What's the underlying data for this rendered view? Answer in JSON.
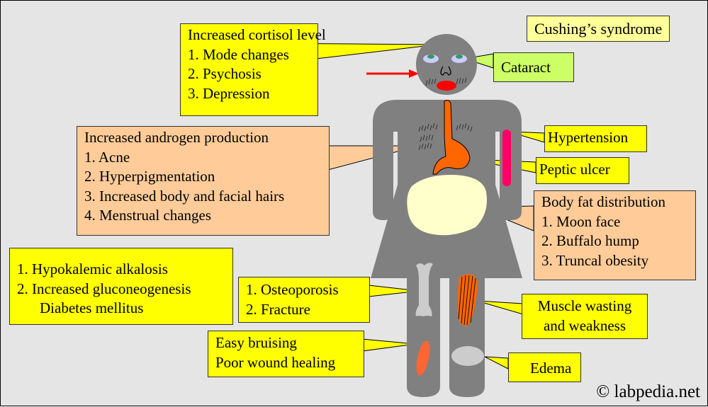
{
  "title": "Cushing’s syndrome",
  "colors": {
    "background": "#e5e5e5",
    "body": "#808080",
    "callout_yellow": "#ffff00",
    "callout_peach": "#ffcc99",
    "callout_lime": "#ccff66",
    "title_box": "#ffff99",
    "esophagus_stomach": "#ff6600",
    "artery": "#ff0066",
    "fat": "#ffffcc",
    "bone": "#cccccc",
    "lips": "#ff0000",
    "arrow": "#ff0000"
  },
  "callouts": {
    "cortisol": {
      "heading": "Increased cortisol level",
      "items": [
        "1. Mode changes",
        "2. Psychosis",
        "3. Depression"
      ]
    },
    "cataract": {
      "label": "Cataract"
    },
    "androgen": {
      "heading": "Increased androgen production",
      "items": [
        "1. Acne",
        "2. Hyperpigmentation",
        "3. Increased body and facial hairs",
        "4. Menstrual changes"
      ]
    },
    "hypertension": {
      "label": "Hypertension"
    },
    "peptic_ulcer": {
      "label": "Peptic ulcer"
    },
    "fat_distribution": {
      "heading": "Body fat distribution",
      "items": [
        "1. Moon face",
        "2. Buffalo hump",
        "3. Truncal obesity"
      ]
    },
    "metabolic": {
      "items": [
        "1. Hypokalemic alkalosis",
        "2. Increased gluconeogenesis"
      ],
      "sub_item": "Diabetes mellitus"
    },
    "bone": {
      "items": [
        "1. Osteoporosis",
        "2. Fracture"
      ]
    },
    "muscle": {
      "lines": [
        "Muscle wasting",
        "and weakness"
      ]
    },
    "skin": {
      "lines": [
        "Easy bruising",
        "Poor wound healing"
      ]
    },
    "edema": {
      "label": "Edema"
    }
  },
  "copyright": "© labpedia.net"
}
